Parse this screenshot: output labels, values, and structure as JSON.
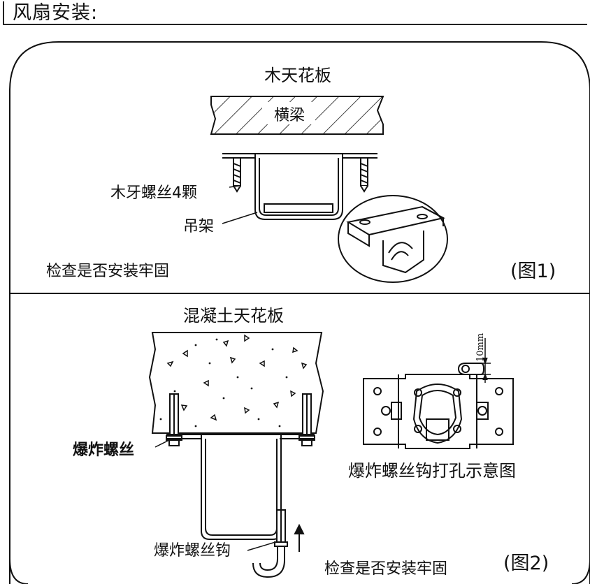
{
  "header": {
    "title": "风扇安装:"
  },
  "panel1": {
    "title": "木天花板",
    "beam_label": "横梁",
    "screw_label": "木牙螺丝4颗",
    "bracket_label": "吊架",
    "check_text": "检查是否安装牢固",
    "figure_label": "(图1)"
  },
  "panel2": {
    "title": "混凝土天花板",
    "bolt_label": "爆炸螺丝",
    "hook_label": "爆炸螺丝钩",
    "drill_caption": "爆炸螺丝钩打孔示意图",
    "dimension": "10mm",
    "check_text": "检查是否安装牢固",
    "figure_label": "(图2)"
  }
}
